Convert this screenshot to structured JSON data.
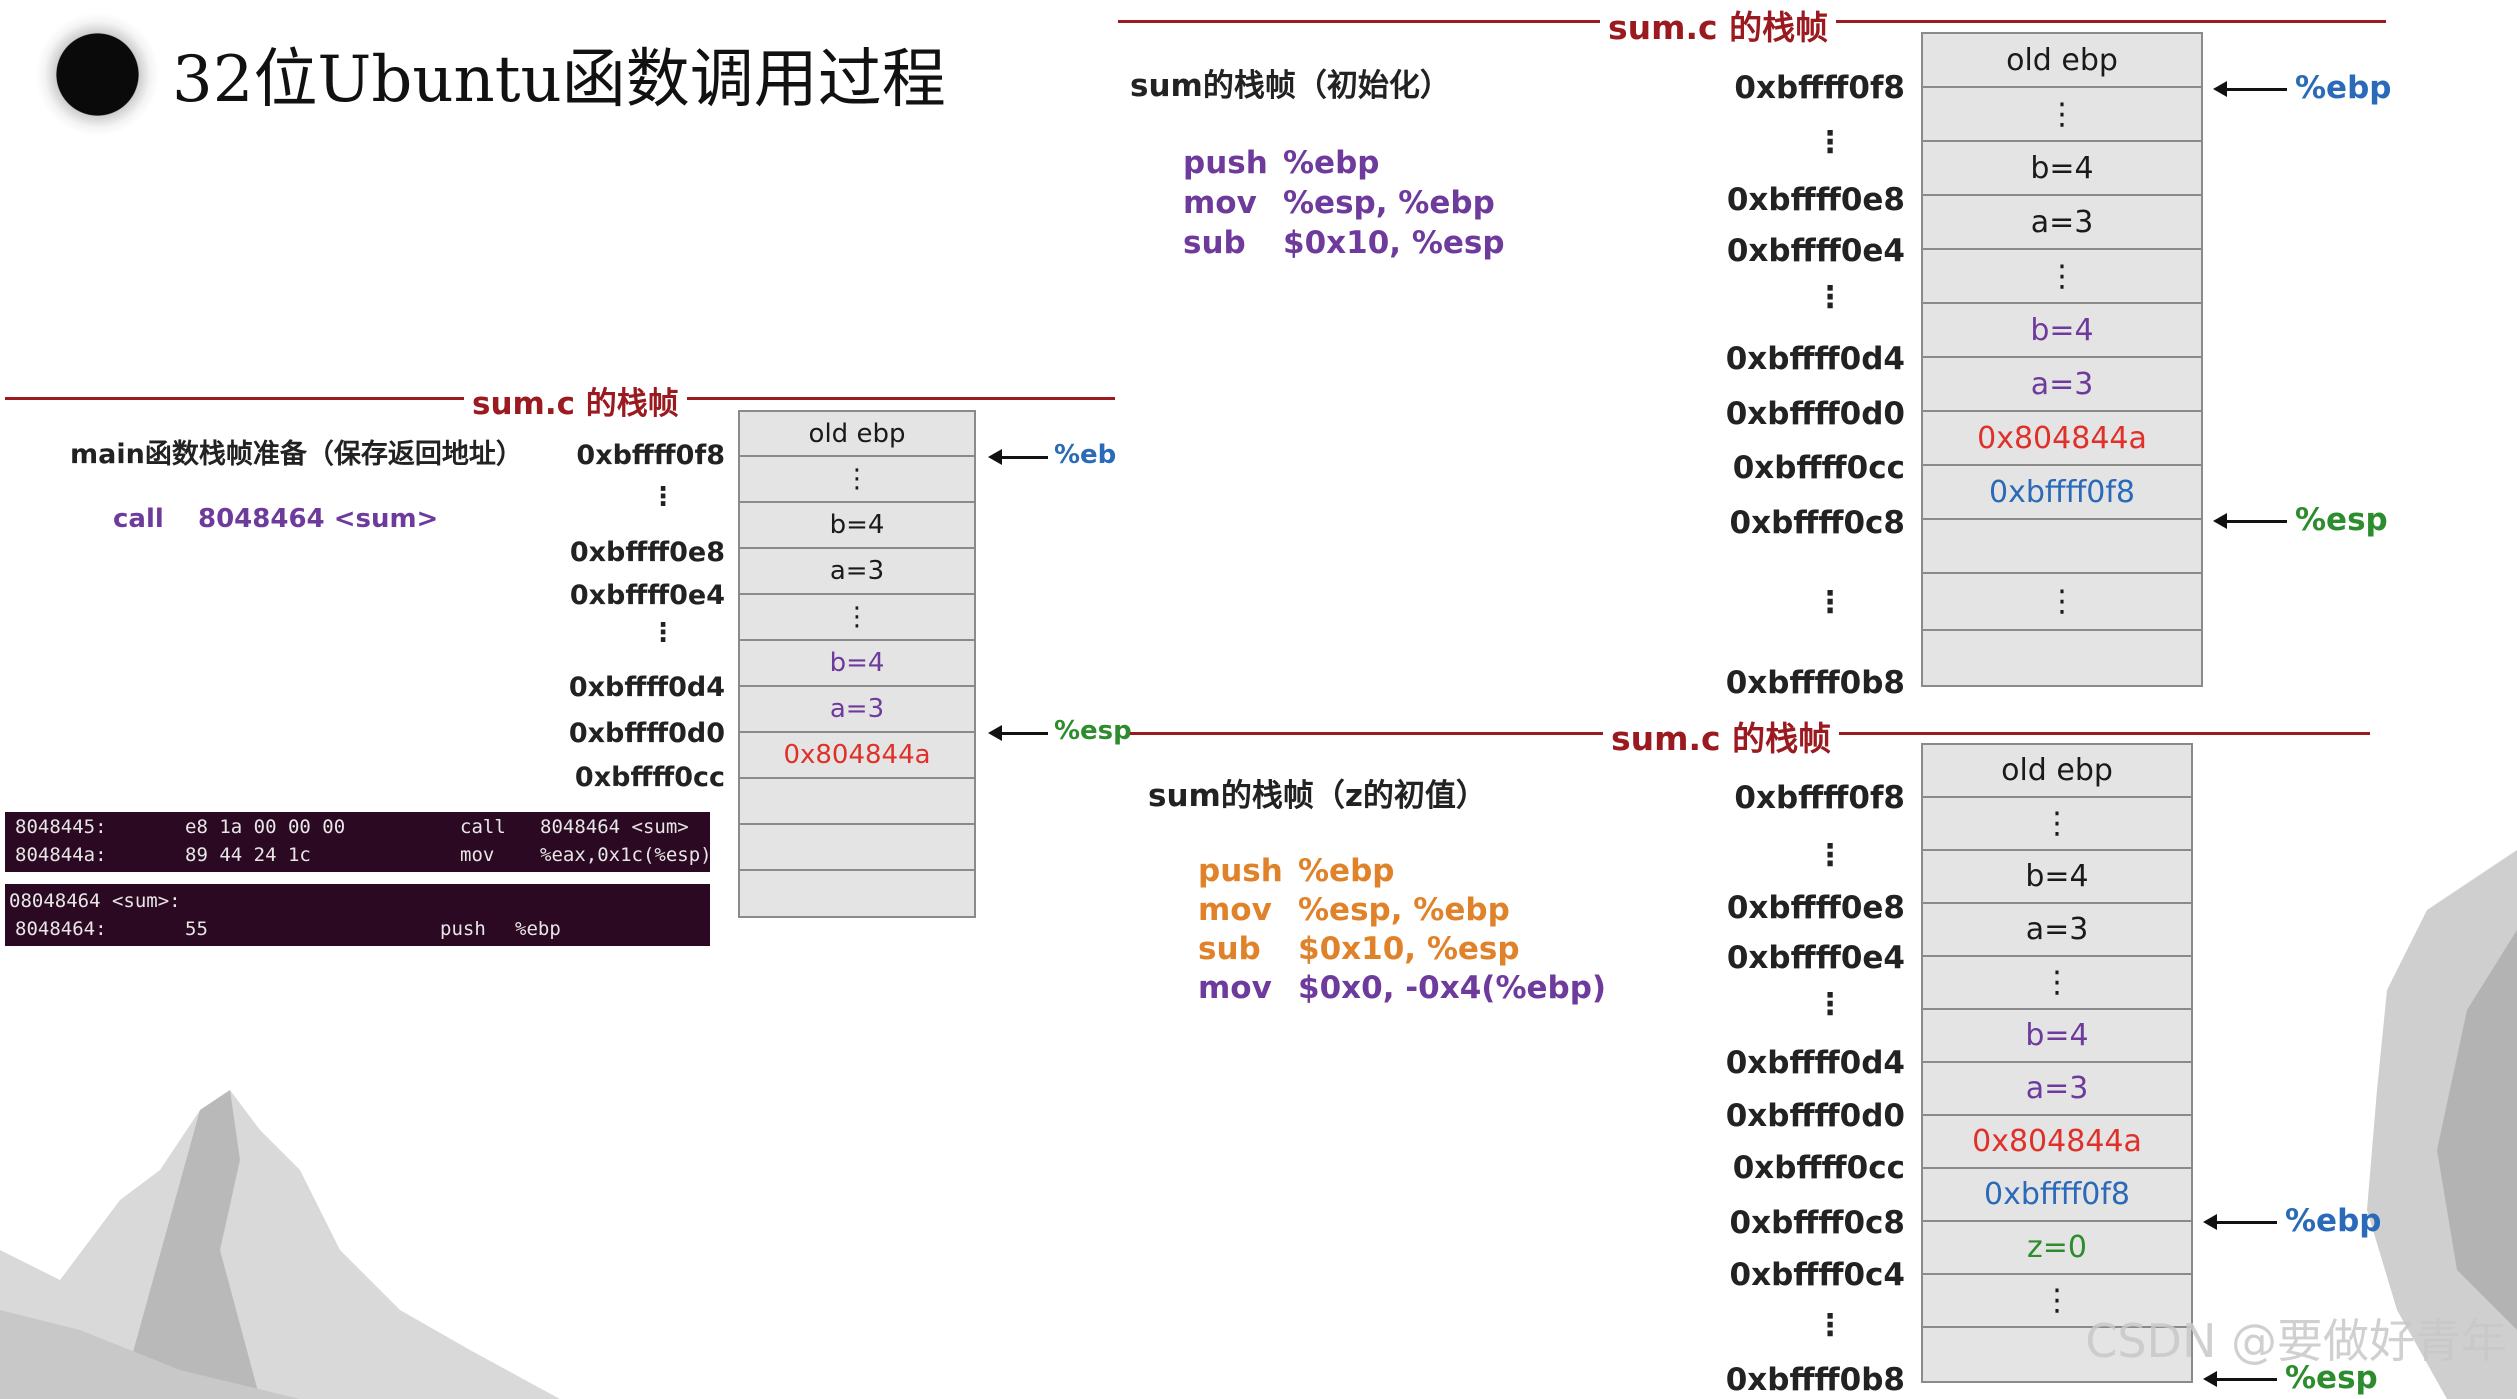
{
  "title": "32位Ubuntu函数调用过程",
  "colors": {
    "accent": "#9a1a20",
    "purple": "#6e3a9c",
    "orange": "#e0822a",
    "red": "#e0302a",
    "blue": "#2a6ab8",
    "green": "#2d8c2d",
    "terminal": "#2c0922"
  },
  "panel_left": {
    "title": "sum.c 的栈帧",
    "heading": "main函数栈帧准备（保存返回地址）",
    "instructions": [
      {
        "op": "call",
        "arg": "8048464 <sum>"
      }
    ],
    "addresses": [
      "0xbffff0f8",
      "0xbffff0e8",
      "0xbffff0e4",
      "0xbffff0d4",
      "0xbffff0d0",
      "0xbffff0cc"
    ],
    "cells": [
      "old ebp",
      "⋮",
      "b=4",
      "a=3",
      "⋮",
      "b=4",
      "a=3",
      "0x804844a",
      "",
      "",
      ""
    ],
    "pointers": {
      "ebp": "%ebp",
      "esp": "%esp"
    },
    "terminal1": [
      {
        "addr": "8048445:",
        "bytes": "e8 1a 00 00 00",
        "op": "call",
        "args": "8048464 <sum>"
      },
      {
        "addr": "804844a:",
        "bytes": "89 44 24 1c",
        "op": "mov",
        "args": "%eax,0x1c(%esp)"
      }
    ],
    "terminal2": {
      "label": "08048464 <sum>:",
      "row": {
        "addr": "8048464:",
        "bytes": "55",
        "op": "push",
        "args": "%ebp"
      }
    }
  },
  "panel_top_right": {
    "title": "sum.c 的栈帧",
    "heading": "sum的栈帧（初始化）",
    "instructions": [
      {
        "op": "push",
        "arg": "%ebp"
      },
      {
        "op": "mov",
        "arg": "%esp, %ebp"
      },
      {
        "op": "sub",
        "arg": "$0x10, %esp"
      }
    ],
    "addresses": [
      "0xbffff0f8",
      "0xbffff0e8",
      "0xbffff0e4",
      "0xbffff0d4",
      "0xbffff0d0",
      "0xbffff0cc",
      "0xbffff0c8",
      "0xbffff0b8"
    ],
    "cells": [
      "old ebp",
      "⋮",
      "b=4",
      "a=3",
      "⋮",
      "b=4",
      "a=3",
      "0x804844a",
      "0xbffff0f8",
      "",
      "⋮",
      ""
    ],
    "pointers": {
      "ebp": "%ebp",
      "esp": "%esp"
    }
  },
  "panel_bottom_right": {
    "title": "sum.c 的栈帧",
    "heading": "sum的栈帧（z的初值）",
    "instructions": [
      {
        "op": "push",
        "arg": "%ebp"
      },
      {
        "op": "mov",
        "arg": "%esp, %ebp"
      },
      {
        "op": "sub",
        "arg": "$0x10, %esp"
      },
      {
        "op": "mov",
        "arg": "$0x0, -0x4(%ebp)"
      }
    ],
    "addresses": [
      "0xbffff0f8",
      "0xbffff0e8",
      "0xbffff0e4",
      "0xbffff0d4",
      "0xbffff0d0",
      "0xbffff0cc",
      "0xbffff0c8",
      "0xbffff0c4",
      "0xbffff0b8"
    ],
    "cells": [
      "old ebp",
      "⋮",
      "b=4",
      "a=3",
      "⋮",
      "b=4",
      "a=3",
      "0x804844a",
      "0xbffff0f8",
      "z=0",
      "⋮",
      ""
    ],
    "pointers": {
      "ebp": "%ebp",
      "esp": "%esp"
    }
  },
  "watermark": "CSDN @要做好青年"
}
